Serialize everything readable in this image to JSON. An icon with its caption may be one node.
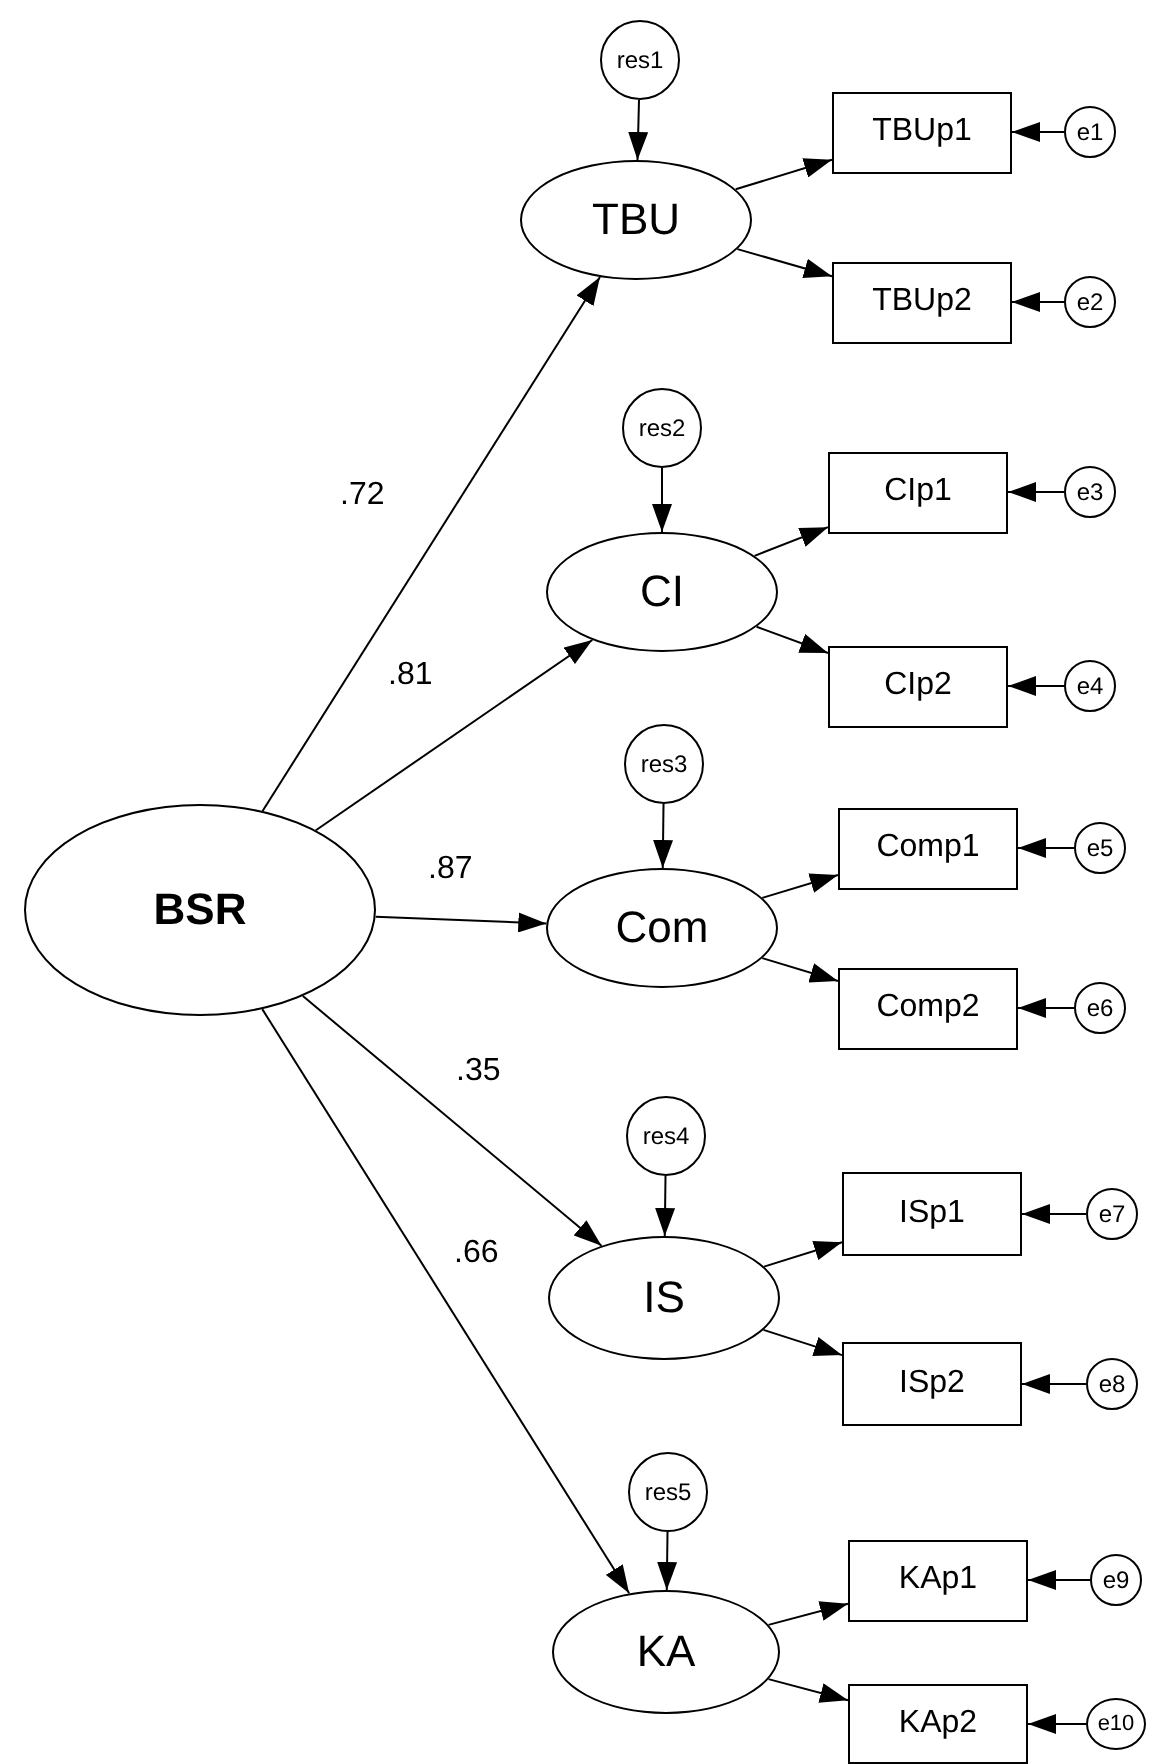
{
  "diagram": {
    "nodes": [
      {
        "text": [
          "BSR"
        ]
      },
      {
        "text": [
          "TBU"
        ]
      },
      {
        "text": [
          "CI"
        ]
      },
      {
        "text": [
          "Com"
        ]
      },
      {
        "text": [
          "IS"
        ]
      },
      {
        "text": [
          "KA"
        ]
      },
      {
        "text": [
          "res1"
        ]
      },
      {
        "text": [
          "res2"
        ]
      },
      {
        "text": [
          "res3"
        ]
      },
      {
        "text": [
          "res4"
        ]
      },
      {
        "text": [
          "res5"
        ]
      },
      {
        "text": [
          "TBUp1"
        ]
      },
      {
        "text": [
          "TBUp2"
        ]
      },
      {
        "text": [
          "CIp1"
        ]
      },
      {
        "text": [
          "CIp2"
        ]
      },
      {
        "text": [
          "Comp1"
        ]
      },
      {
        "text": [
          "Comp2"
        ]
      },
      {
        "text": [
          "ISp1"
        ]
      },
      {
        "text": [
          "ISp2"
        ]
      },
      {
        "text": [
          "KAp1"
        ]
      },
      {
        "text": [
          "KAp2"
        ]
      },
      {
        "text": [
          "e1"
        ]
      },
      {
        "text": [
          "e2"
        ]
      },
      {
        "text": [
          "e3"
        ]
      },
      {
        "text": [
          "e4"
        ]
      },
      {
        "text": [
          "e5"
        ]
      },
      {
        "text": [
          "e6"
        ]
      },
      {
        "text": [
          "e7"
        ]
      },
      {
        "text": [
          "e8"
        ]
      },
      {
        "text": [
          "e9"
        ]
      },
      {
        "text": [
          "e10"
        ]
      }
    ],
    "edges": [
      {
        "from": 0,
        "to": 1,
        "arrow": "to",
        "label": ".72"
      },
      {
        "from": 0,
        "to": 2,
        "arrow": "to",
        "label": ".81"
      },
      {
        "from": 0,
        "to": 3,
        "arrow": "to",
        "label": ".87"
      },
      {
        "from": 0,
        "to": 4,
        "arrow": "to",
        "label": ".35"
      },
      {
        "from": 0,
        "to": 5,
        "arrow": "to",
        "label": ".66"
      },
      {
        "from": 6,
        "to": 1,
        "arrow": "to"
      },
      {
        "from": 7,
        "to": 2,
        "arrow": "to"
      },
      {
        "from": 8,
        "to": 3,
        "arrow": "to"
      },
      {
        "from": 9,
        "to": 4,
        "arrow": "to"
      },
      {
        "from": 10,
        "to": 5,
        "arrow": "to"
      },
      {
        "from": 1,
        "to": 11,
        "arrow": "to"
      },
      {
        "from": 1,
        "to": 12,
        "arrow": "to"
      },
      {
        "from": 2,
        "to": 13,
        "arrow": "to"
      },
      {
        "from": 2,
        "to": 14,
        "arrow": "to"
      },
      {
        "from": 3,
        "to": 15,
        "arrow": "to"
      },
      {
        "from": 3,
        "to": 16,
        "arrow": "to"
      },
      {
        "from": 4,
        "to": 17,
        "arrow": "to"
      },
      {
        "from": 4,
        "to": 18,
        "arrow": "to"
      },
      {
        "from": 5,
        "to": 19,
        "arrow": "to"
      },
      {
        "from": 5,
        "to": 20,
        "arrow": "to"
      },
      {
        "from": 21,
        "to": 11,
        "arrow": "to"
      },
      {
        "from": 22,
        "to": 12,
        "arrow": "to"
      },
      {
        "from": 23,
        "to": 13,
        "arrow": "to"
      },
      {
        "from": 24,
        "to": 14,
        "arrow": "to"
      },
      {
        "from": 25,
        "to": 15,
        "arrow": "to"
      },
      {
        "from": 26,
        "to": 16,
        "arrow": "to"
      },
      {
        "from": 27,
        "to": 17,
        "arrow": "to"
      },
      {
        "from": 28,
        "to": 18,
        "arrow": "to"
      },
      {
        "from": 29,
        "to": 19,
        "arrow": "to"
      },
      {
        "from": 30,
        "to": 20,
        "arrow": "to"
      }
    ]
  }
}
